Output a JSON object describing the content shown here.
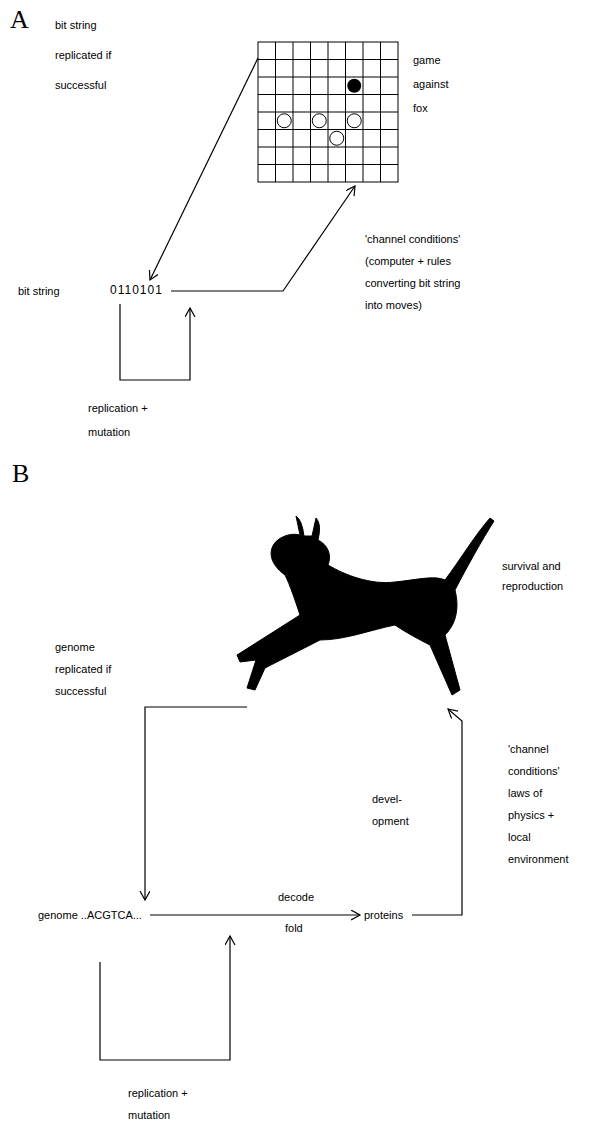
{
  "diagram": {
    "nodes": [
      {
        "text": [
          "game against fox"
        ]
      },
      {
        "text": [
          "bit string",
          "0110101"
        ]
      },
      {
        "text": [
          "survival and reproduction"
        ]
      },
      {
        "text": [
          "genome ..ACGTCA..."
        ]
      },
      {
        "text": [
          "proteins"
        ]
      }
    ],
    "edges": [
      {
        "from": 0,
        "to": 1,
        "arrow": "to"
      },
      {
        "from": 1,
        "to": 0,
        "arrow": "to"
      },
      {
        "from": 2,
        "to": 3,
        "arrow": "to"
      },
      {
        "from": 3,
        "to": 4,
        "arrow": "to"
      },
      {
        "from": 4,
        "to": 2,
        "arrow": "to"
      }
    ],
    "labels": [
      "A",
      "bit string replicated if successful",
      "'channel conditions' (computer + rules converting bit string into moves)",
      "replication + mutation",
      "B",
      "genome replicated if successful",
      "'channel conditions' laws of physics + local environment",
      "devel- opment",
      "decode",
      "fold",
      "replication + mutation"
    ]
  }
}
